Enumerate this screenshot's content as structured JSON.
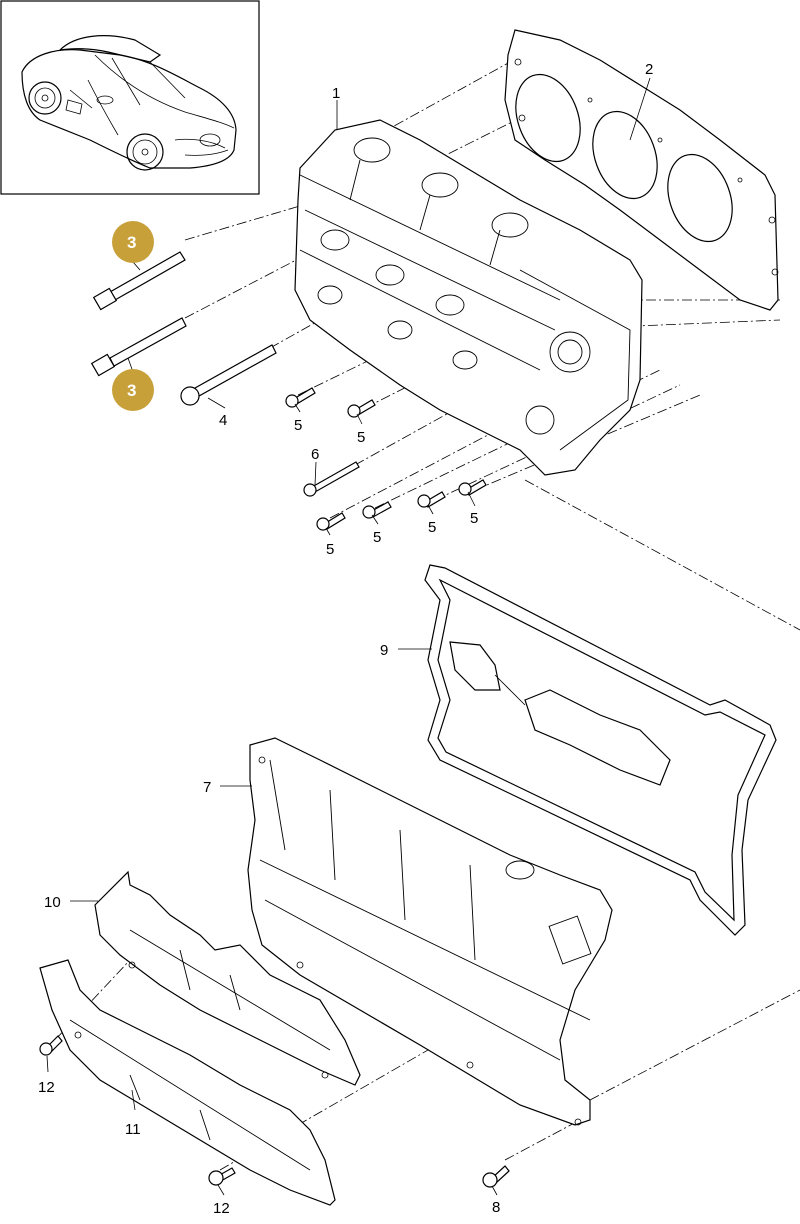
{
  "colors": {
    "badge": "#c7a03a",
    "line": "#000000",
    "background": "#ffffff"
  },
  "callouts": [
    {
      "id": "part-1",
      "label": "1"
    },
    {
      "id": "part-2",
      "label": "2"
    },
    {
      "id": "part-3a",
      "label": "3"
    },
    {
      "id": "part-3b",
      "label": "3"
    },
    {
      "id": "part-4",
      "label": "4"
    },
    {
      "id": "part-5a",
      "label": "5"
    },
    {
      "id": "part-5b",
      "label": "5"
    },
    {
      "id": "part-5c",
      "label": "5"
    },
    {
      "id": "part-5d",
      "label": "5"
    },
    {
      "id": "part-5e",
      "label": "5"
    },
    {
      "id": "part-5f",
      "label": "5"
    },
    {
      "id": "part-6",
      "label": "6"
    },
    {
      "id": "part-7",
      "label": "7"
    },
    {
      "id": "part-8",
      "label": "8"
    },
    {
      "id": "part-9",
      "label": "9"
    },
    {
      "id": "part-10",
      "label": "10"
    },
    {
      "id": "part-11",
      "label": "11"
    },
    {
      "id": "part-12a",
      "label": "12"
    },
    {
      "id": "part-12b",
      "label": "12"
    }
  ],
  "icons": {
    "vehicle": "car-thumbnail-icon"
  }
}
